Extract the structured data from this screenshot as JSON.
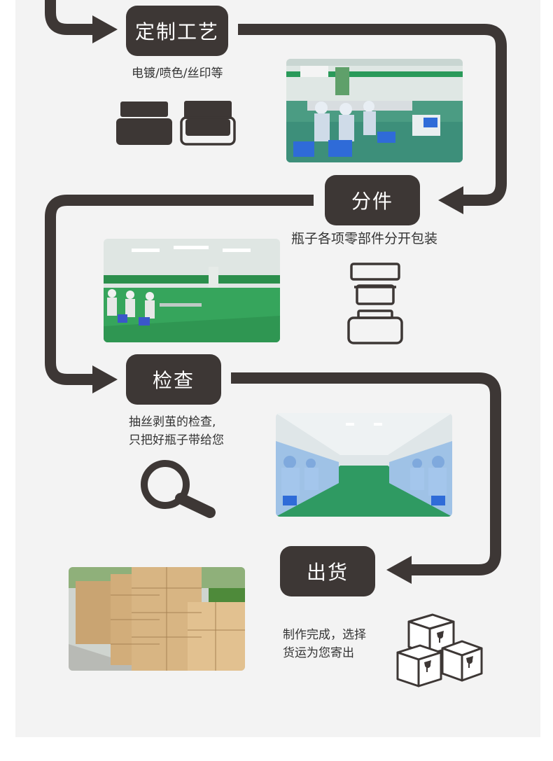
{
  "steps": [
    {
      "label": "定制工艺",
      "desc": "电镀/喷色/丝印等"
    },
    {
      "label": "分件",
      "desc": "瓶子各项零部件分开包装"
    },
    {
      "label": "检查",
      "desc_line1": "抽丝剥茧的检查,",
      "desc_line2": "只把好瓶子带给您"
    },
    {
      "label": "出货",
      "desc_line1": "制作完成，选择",
      "desc_line2": "货运为您寄出"
    }
  ],
  "colors": {
    "dark": "#3d3735",
    "panel": "#f3f3f3",
    "floor": "#3fa06a",
    "workers": "#a9c8e8"
  },
  "icons": [
    "jar-lids-icon",
    "jar-parts-icon",
    "magnifier-icon",
    "fragile-boxes-icon"
  ]
}
